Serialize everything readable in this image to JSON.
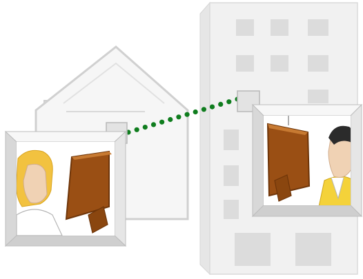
{
  "scene": {
    "description_free": true,
    "nodes": [
      {
        "id": "house",
        "role": "building-left"
      },
      {
        "id": "office",
        "role": "building-right"
      },
      {
        "id": "window-left",
        "role": "person-at-computer",
        "person": "woman-blonde"
      },
      {
        "id": "window-right",
        "role": "person-at-computer",
        "person": "man-dark-hair"
      },
      {
        "id": "antenna-left"
      },
      {
        "id": "antenna-right"
      }
    ],
    "link": {
      "from": "antenna-left",
      "to": "antenna-right",
      "style": "dotted",
      "dot_count": 14
    }
  },
  "colors": {
    "building_fill": "#ececec",
    "building_stroke": "#cfcfcf",
    "frame_light": "#f4f4f4",
    "frame_mid": "#dcdcdc",
    "frame_dark": "#bdbdbd",
    "monitor_brown": "#9a4f14",
    "monitor_dark": "#6e3509",
    "link_green": "#0f7d1e",
    "hair_blonde": "#f2c240",
    "hair_dark": "#2b2b2b",
    "skin": "#f0d2b4",
    "shirt_yellow": "#f4d23a"
  },
  "icons": {
    "antenna_left": "antenna-box-icon",
    "antenna_right": "antenna-box-icon",
    "monitor": "monitor-icon"
  }
}
